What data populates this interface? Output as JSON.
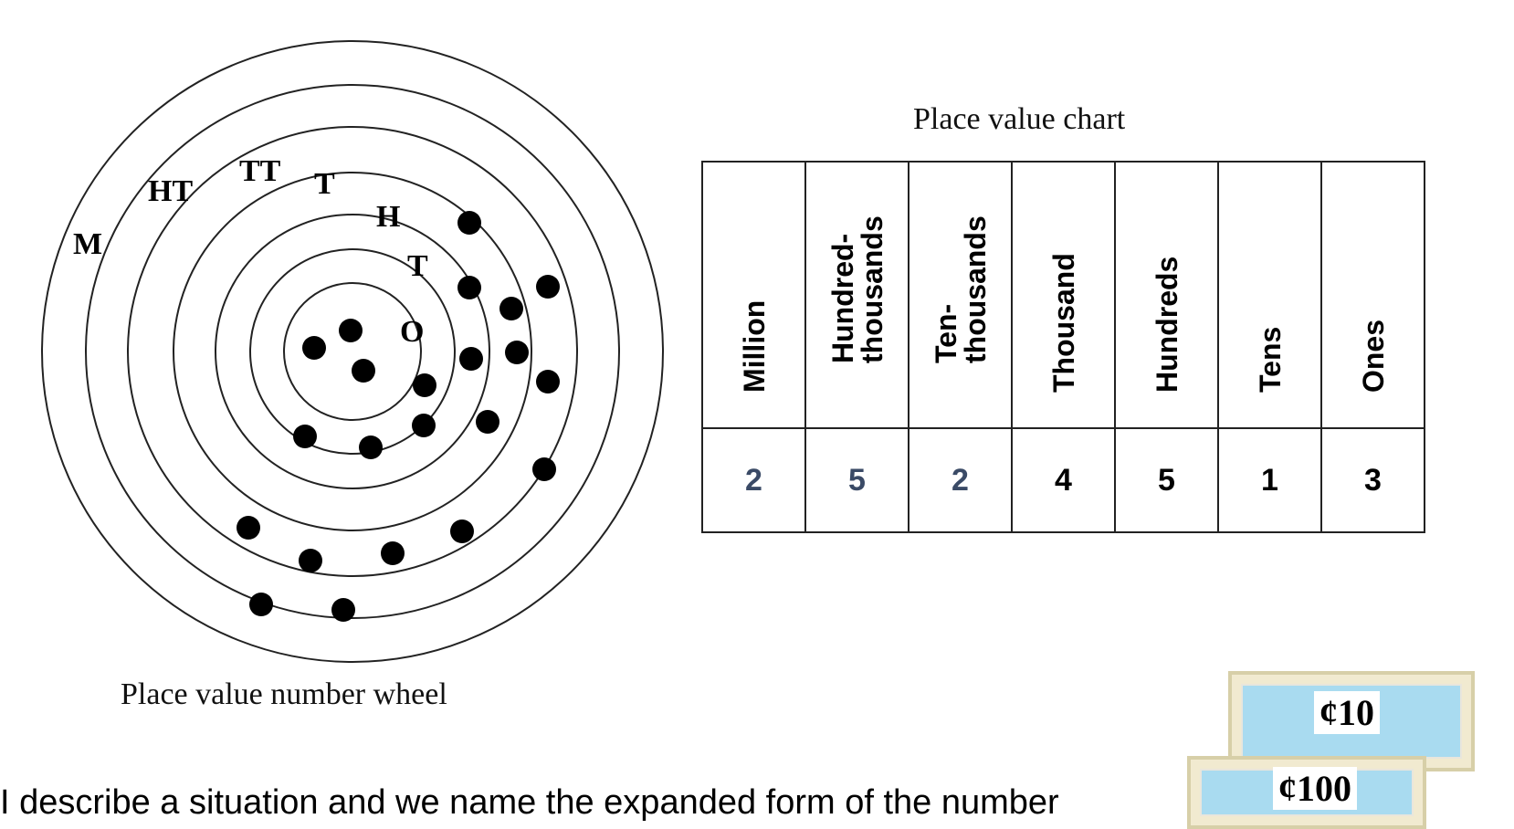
{
  "wheel": {
    "caption": "Place value number wheel",
    "ring_labels": [
      "M",
      "HT",
      "TT",
      "T",
      "H",
      "T",
      "O"
    ]
  },
  "chart": {
    "title": "Place value chart",
    "headers": [
      "Million",
      "Hundred-\nthousands",
      "Ten-\nthousands",
      "Thousand",
      "Hundreds",
      "Tens",
      "Ones"
    ],
    "values": [
      "2",
      "5",
      "2",
      "4",
      "5",
      "1",
      "3"
    ],
    "value_colors": [
      "#3a4a66",
      "#3a4a66",
      "#3a4a66",
      "#000000",
      "#000000",
      "#000000",
      "#000000"
    ]
  },
  "banknotes": {
    "note_10": "¢10",
    "note_100": "¢100"
  },
  "footer": {
    "text": "I describe a situation and we name the expanded form of the number"
  }
}
